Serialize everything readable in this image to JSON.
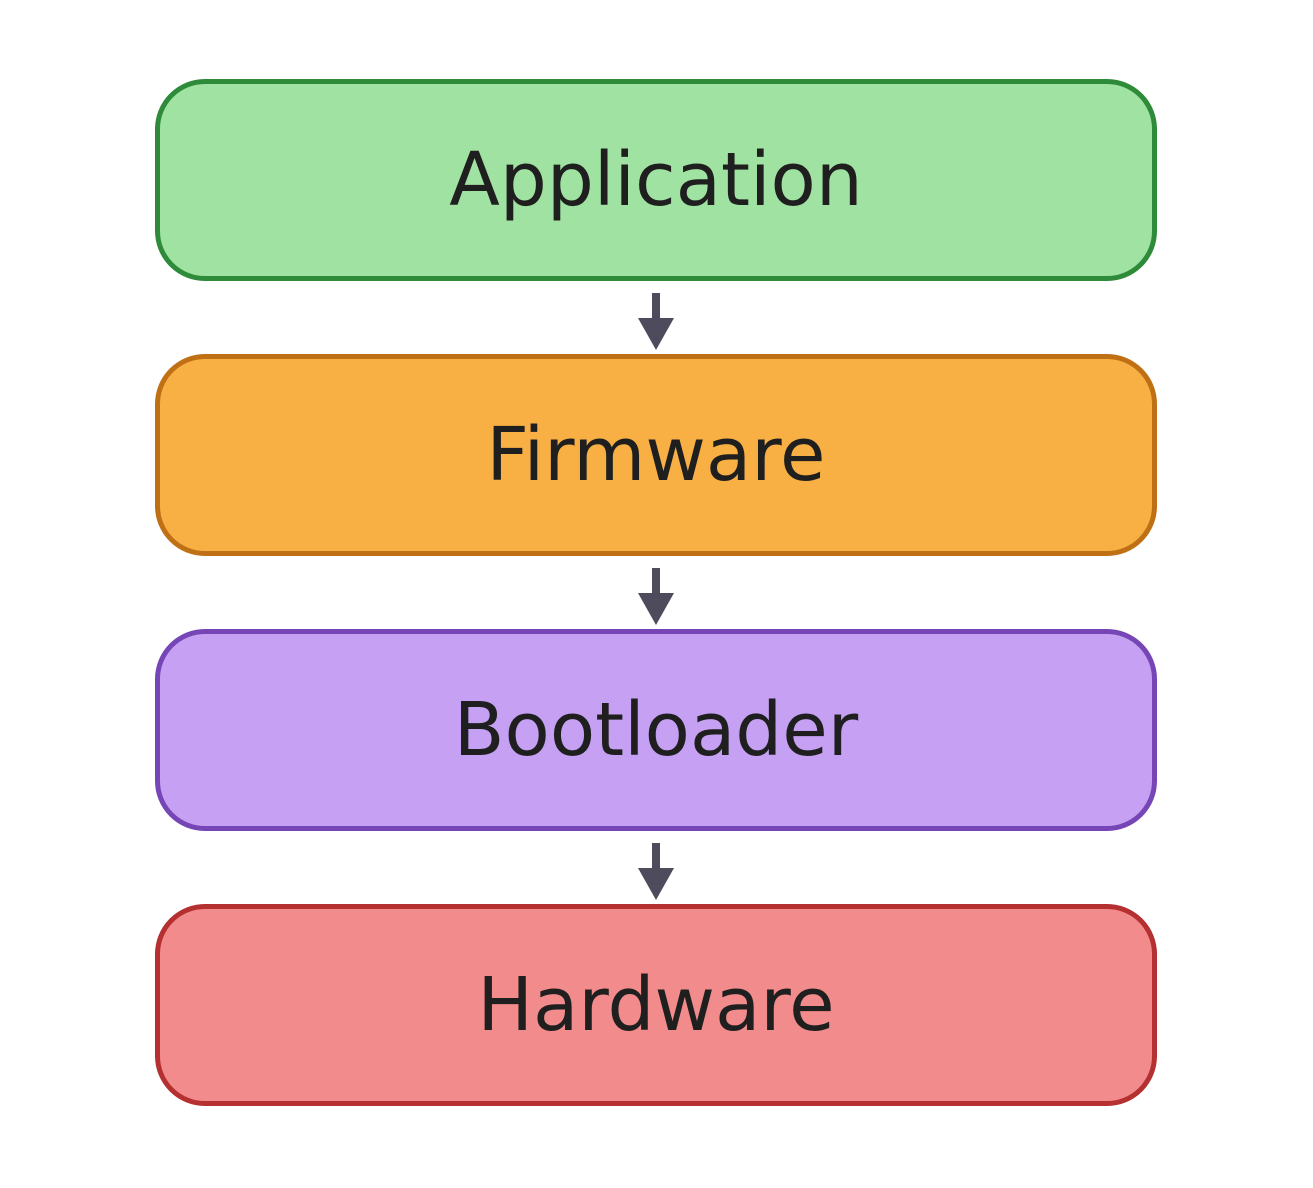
{
  "diagram": {
    "layers": [
      {
        "label": "Application",
        "fill": "#a0e2a1",
        "stroke": "#2e8b3a"
      },
      {
        "label": "Firmware",
        "fill": "#f8b044",
        "stroke": "#c07014"
      },
      {
        "label": "Bootloader",
        "fill": "#c5a0f3",
        "stroke": "#7646b6"
      },
      {
        "label": "Hardware",
        "fill": "#f28b8b",
        "stroke": "#b53031"
      }
    ],
    "arrows": [
      {
        "from": "Application",
        "to": "Firmware"
      },
      {
        "from": "Firmware",
        "to": "Bootloader"
      },
      {
        "from": "Bootloader",
        "to": "Hardware"
      }
    ],
    "arrow_color": "#4d4b5c"
  }
}
